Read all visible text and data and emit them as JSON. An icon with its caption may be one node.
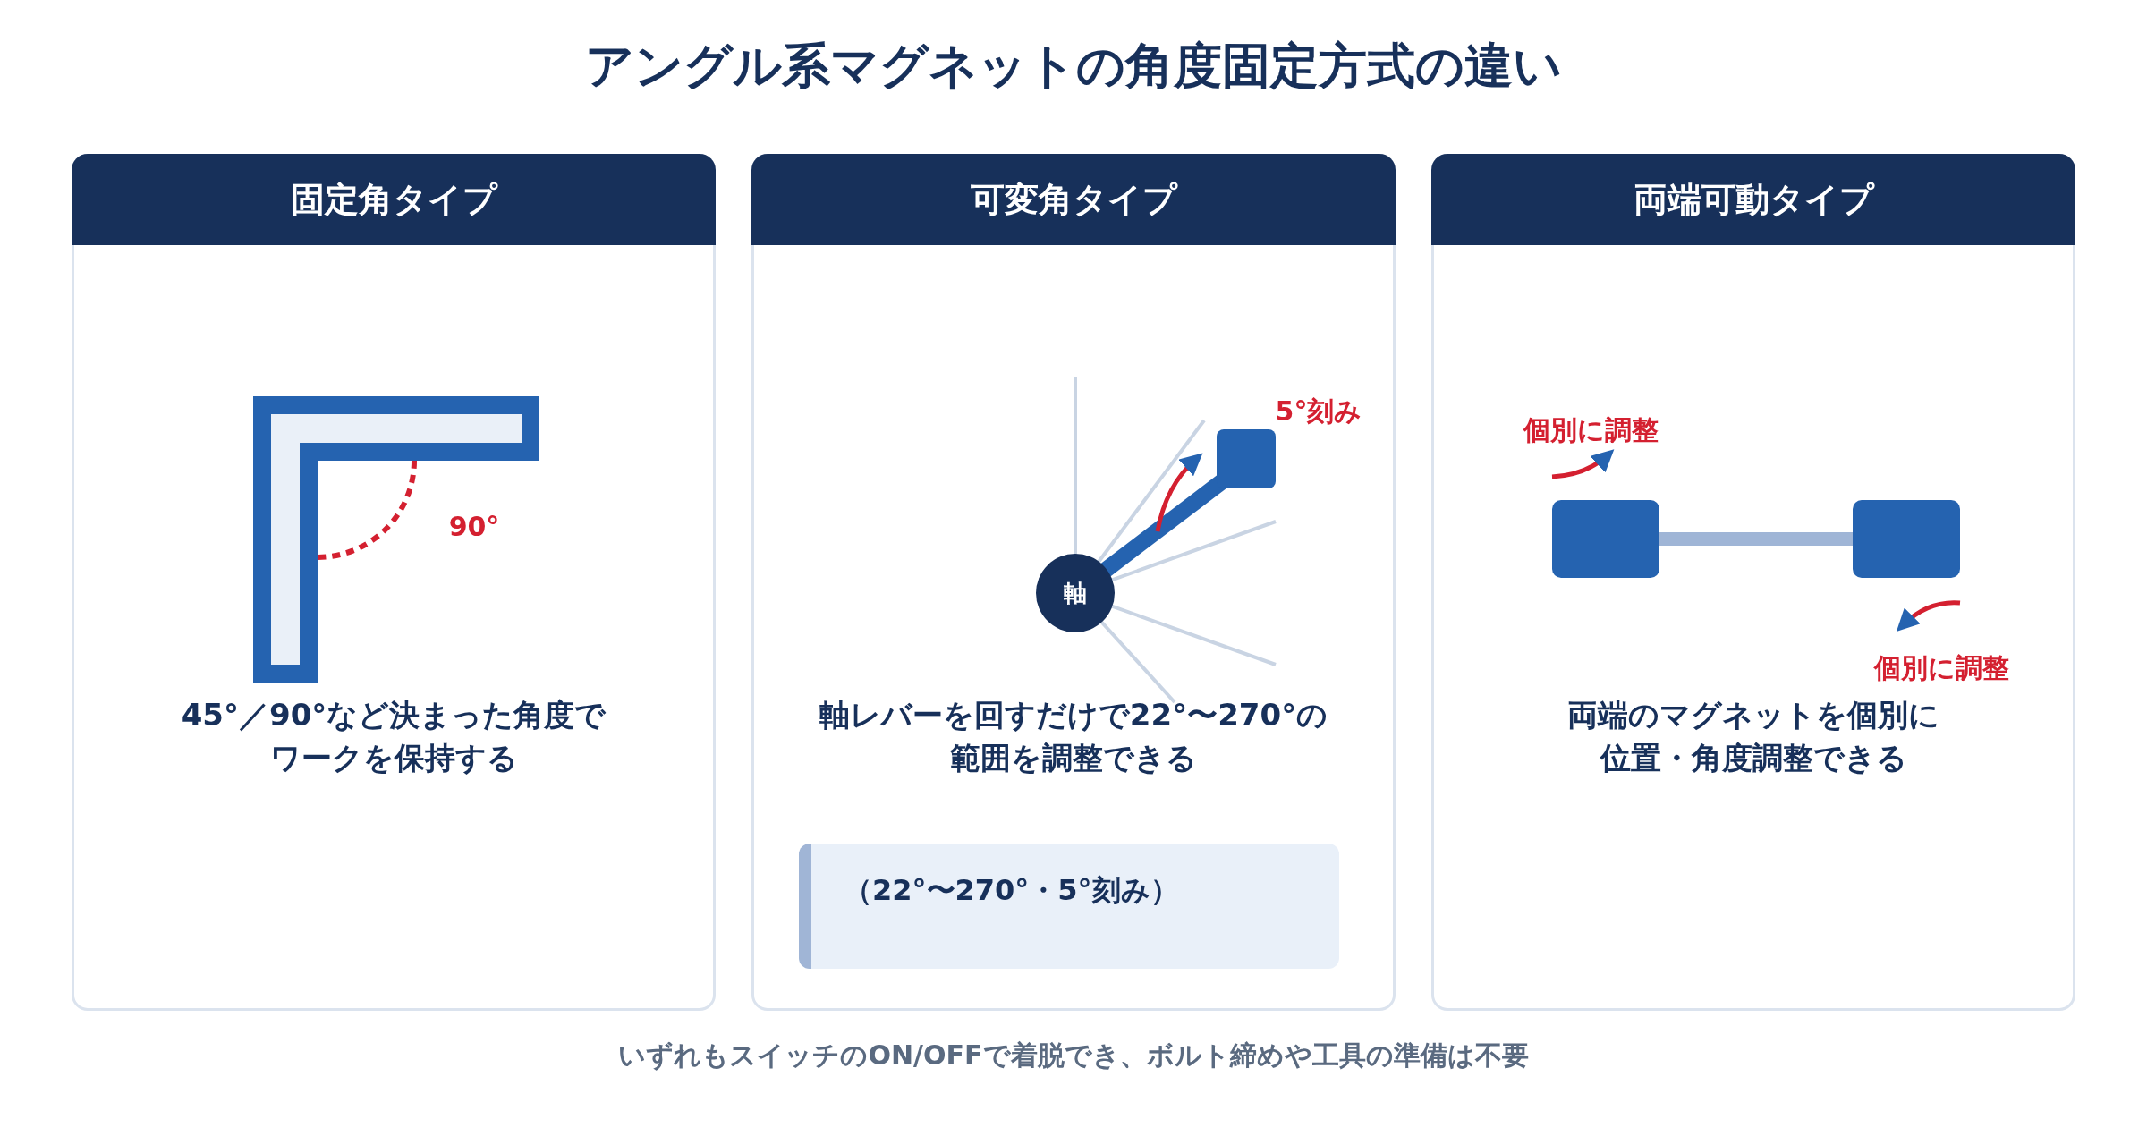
{
  "diagram": {
    "title": "アングル系マグネットの角度固定方式の違い",
    "caption": "いずれもスイッチのON/OFFで着脱でき、ボルト締めや工具の準備は不要",
    "nodes": [
      {
        "text": [
          "固定角タイプ",
          "45°／90°など決まった角度でワークを保持する"
        ]
      },
      {
        "text": [
          "可変角タイプ",
          "軸レバーを回すだけで22°〜270°の範囲を調整できる"
        ]
      },
      {
        "text": [
          "両端可動タイプ",
          "両端のマグネットを個別に位置・角度調整できる"
        ]
      },
      {
        "text": [
          "軸"
        ],
        "in": 1
      },
      {
        "text": [
          "（22°〜270°・5°刻み）"
        ],
        "in": 1
      }
    ],
    "labels": [
      "90°",
      "5°刻み",
      "個別に調整",
      "個別に調整"
    ]
  }
}
